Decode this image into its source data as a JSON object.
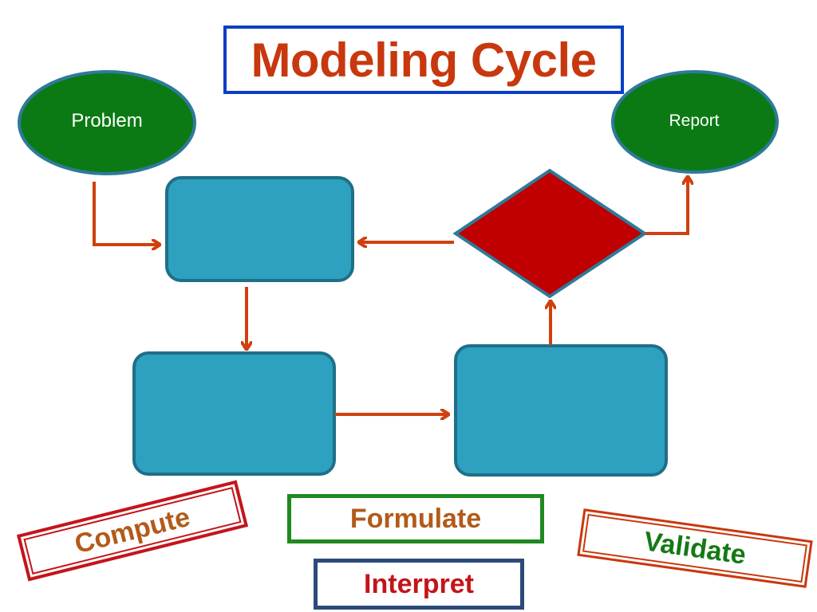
{
  "title": "Modeling Cycle",
  "nodes": {
    "problem": "Problem",
    "report": "Report"
  },
  "step_labels": {
    "compute": "Compute",
    "formulate": "Formulate",
    "validate": "Validate",
    "interpret": "Interpret"
  },
  "colors": {
    "title": "#c8380e",
    "title_border": "#0a3fc4",
    "ellipse_fill": "#0b7a14",
    "box_fill": "#2ea0c0",
    "diamond_fill": "#c00000",
    "arrow": "#d0400e"
  }
}
